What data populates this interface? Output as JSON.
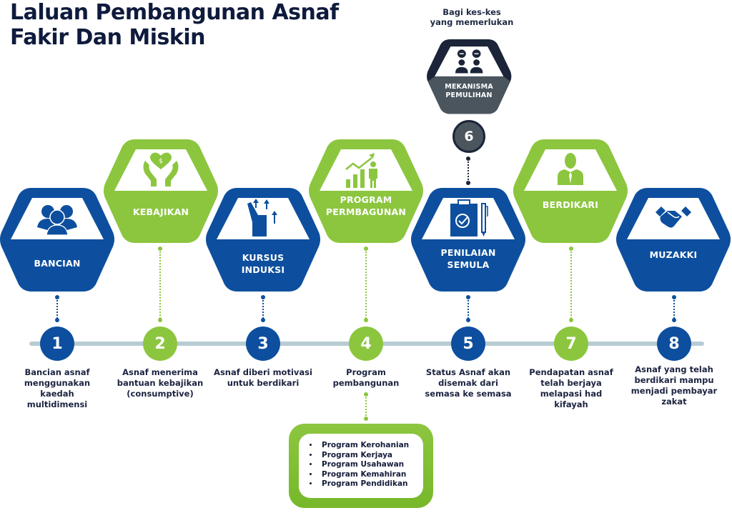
{
  "title": {
    "line1": "Laluan Pembangunan Asnaf",
    "line2": "Fakir Dan Miskin"
  },
  "colors": {
    "blue": "#0d4f9e",
    "blue_light": "#0a5cb8",
    "green": "#8cc63f",
    "dark": "#1b2438",
    "dark_fill": "#4a555e",
    "timeline": "#b7cbd3",
    "text": "#1c2340"
  },
  "recovery": {
    "note_line1": "Bagi kes-kes",
    "note_line2": "yang memerlukan",
    "label_line1": "MEKANISMA",
    "label_line2": "PEMULIHAN",
    "icon": "two-people-chat-icon",
    "number": "6"
  },
  "steps": [
    {
      "number": "1",
      "color": "blue",
      "label_line1": "BANCIAN",
      "label_line2": "",
      "icon": "group-people-icon",
      "desc": [
        "Bancian asnaf",
        "menggunakan",
        "kaedah",
        "multidimensi"
      ]
    },
    {
      "number": "2",
      "color": "green",
      "label_line1": "KEBAJIKAN",
      "label_line2": "",
      "icon": "hands-heart-dollar-icon",
      "desc": [
        "Asnaf menerima",
        "bantuan kebajikan",
        "(consumptive)"
      ]
    },
    {
      "number": "3",
      "color": "blue",
      "label_line1": "KURSUS",
      "label_line2": "INDUKSI",
      "icon": "raised-hand-arrows-icon",
      "desc": [
        "Asnaf diberi motivasi",
        "untuk berdikari"
      ]
    },
    {
      "number": "4",
      "color": "green",
      "label_line1": "PROGRAM",
      "label_line2": "PERMBAGUNAN",
      "icon": "growth-chart-person-icon",
      "desc": [
        "Program",
        "pembangunan"
      ]
    },
    {
      "number": "5",
      "color": "blue",
      "label_line1": "PENILAIAN",
      "label_line2": "SEMULA",
      "icon": "clipboard-check-pen-icon",
      "desc": [
        "Status Asnaf akan",
        "disemak dari",
        "semasa ke semasa"
      ]
    },
    {
      "number": "7",
      "color": "green",
      "label_line1": "BERDIKARI",
      "label_line2": "",
      "icon": "businessman-icon",
      "desc": [
        "Pendapatan asnaf",
        "telah berjaya",
        "melapasi had",
        "kifayah"
      ]
    },
    {
      "number": "8",
      "color": "blue",
      "label_line1": "MUZAKKI",
      "label_line2": "",
      "icon": "handshake-icon",
      "desc": [
        "Asnaf yang telah",
        "berdikari mampu",
        "menjadi pembayar",
        "zakat"
      ]
    }
  ],
  "programs": [
    "Program Kerohanian",
    "Program Kerjaya",
    "Program Usahawan",
    "Program Kemahiran",
    "Program Pendidikan"
  ]
}
